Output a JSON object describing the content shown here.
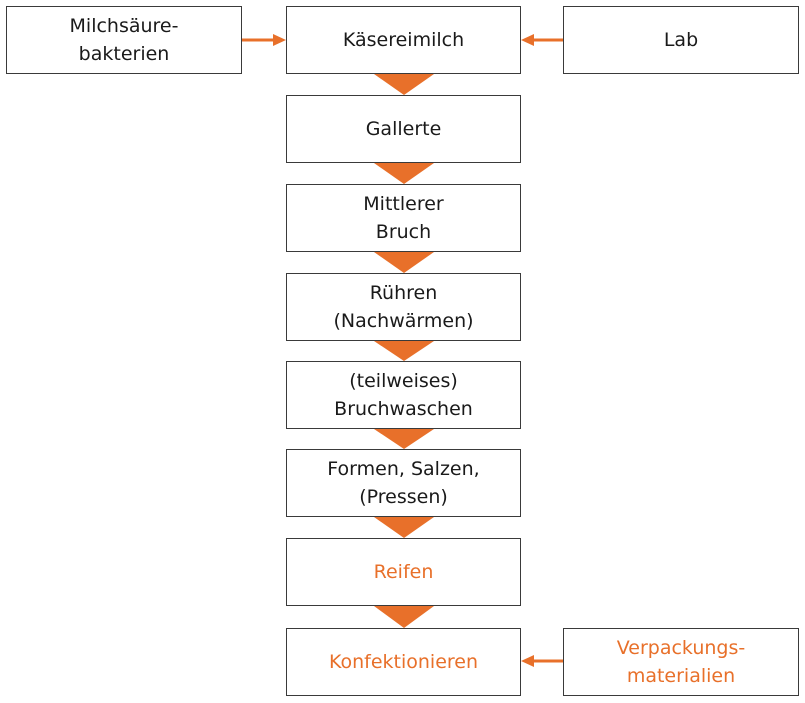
{
  "colors": {
    "accent": "#e8702a",
    "border": "#3a3a3a",
    "text": "#1a1a1a"
  },
  "inputs": {
    "left_top": "Milchsäure-\nbakterien",
    "right_top": "Lab",
    "right_bottom": "Verpackungs-\nmaterialien"
  },
  "steps": [
    "Käsereimilch",
    "Gallerte",
    "Mittlerer\nBruch",
    "Rühren\n(Nachwärmen)",
    "(teilweises)\nBruchwaschen",
    "Formen, Salzen,\n(Pressen)",
    "Reifen",
    "Konfektionieren"
  ]
}
